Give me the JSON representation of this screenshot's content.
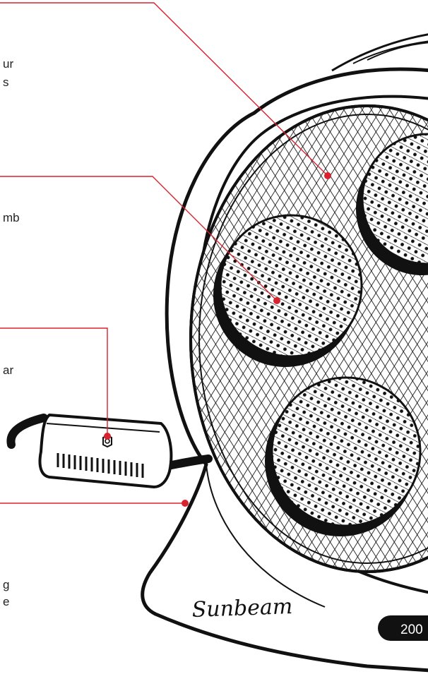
{
  "callouts": [
    {
      "id": "top",
      "lines": [
        "ur",
        "s"
      ]
    },
    {
      "id": "element",
      "lines": [
        "mb"
      ]
    },
    {
      "id": "controller",
      "lines": [
        "ar"
      ]
    },
    {
      "id": "base",
      "lines": [
        "g",
        "e"
      ]
    }
  ],
  "brand": "Sunbeam",
  "badge": "200",
  "colors": {
    "accent": "#d8222e",
    "ink": "#111111",
    "paper": "#ffffff"
  }
}
